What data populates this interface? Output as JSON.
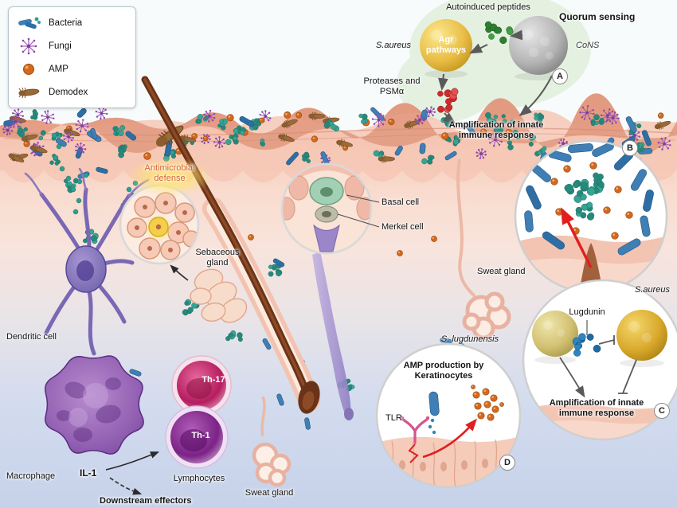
{
  "legend": {
    "items": [
      {
        "label": "Bacteria"
      },
      {
        "label": "Fungi"
      },
      {
        "label": "AMP"
      },
      {
        "label": "Demodex"
      }
    ]
  },
  "panel_a": {
    "badge": "A",
    "autoinduced_peptides": "Autoinduced peptides",
    "quorum_sensing": "Quorum sensing",
    "s_aureus": "S.aureus",
    "agr_pathways": "Agr pathways",
    "cons": "CoNS",
    "proteases_psma": "Proteases and PSMα",
    "amplification": "Amplification of innate immune response"
  },
  "panel_b": {
    "badge": "B"
  },
  "panel_c": {
    "badge": "C",
    "s_aureus": "S.aureus",
    "lugdunin": "Lugdunin",
    "amplification": "Amplification of innate immune response"
  },
  "panel_d": {
    "badge": "D",
    "s_lugdunensis": "S. lugdunensis",
    "title": "AMP production by Keratinocytes",
    "tlr": "TLR"
  },
  "scene": {
    "antimicrobial_defense": "Antimicrobial defense",
    "sebaceous_gland": "Sebaceous gland",
    "basal_cell": "Basal cell",
    "merkel_cell": "Merkel cell",
    "sweat_gland_upper": "Sweat gland",
    "dendritic_cell": "Dendritic cell",
    "macrophage": "Macrophage",
    "il_1": "IL-1",
    "th_17": "Th-17",
    "th_1": "Th-1",
    "lymphocytes": "Lymphocytes",
    "sweat_gland_lower": "Sweat gland",
    "downstream_effectors": "Downstream effectors"
  },
  "colors": {
    "bacteria_blue": "#3f7fb5",
    "bacteria_blue2": "#2e6ea5",
    "cocci_teal": "#2f9e8f",
    "fungi_purple": "#9b59b6",
    "amp_orange": "#d2691e",
    "demodex_brown": "#9a6a3a",
    "arrow_red": "#e01f1f",
    "skin_pink": "#f6ccba",
    "antimicrobial_text": "#d4622a"
  }
}
